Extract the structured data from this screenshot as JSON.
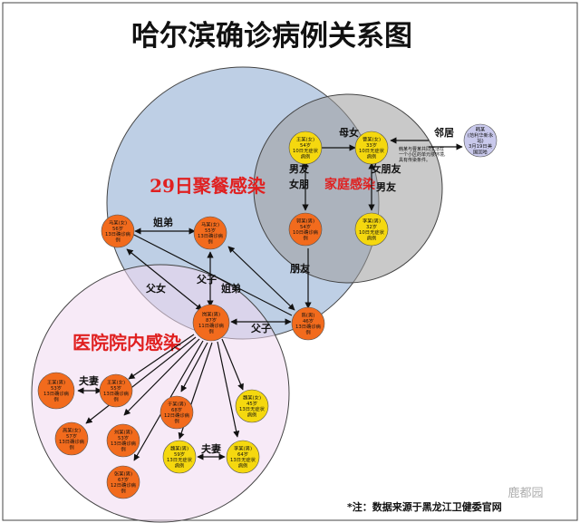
{
  "title": "哈尔滨确诊病例关系图",
  "footnote": "*注：数据来源于黑龙江卫健委官网",
  "watermark": "鹿都园",
  "regions": {
    "party": "29日聚餐感染",
    "family": "家庭感染",
    "hospital": "医院院内感染"
  },
  "colors": {
    "confirmed": "#f26b1d",
    "asymptomatic": "#f5d80f",
    "overseas": "#c9c9ec",
    "party_region": "#7d9fcc",
    "family_region": "#9d9d9d",
    "hospital_region": "#f0d8f0",
    "region_label": "#e02020"
  },
  "nodes": [
    {
      "id": "wang",
      "lines": [
        "王某(女)",
        "54岁",
        "10日无症状",
        "病例"
      ],
      "status": "asymptomatic"
    },
    {
      "id": "cao",
      "lines": [
        "曹某(女)",
        "33岁",
        "10日无症状",
        "病例"
      ],
      "status": "asymptomatic"
    },
    {
      "id": "han",
      "lines": [
        "韩某",
        "(范利华新永",
        "站)",
        "3月19日美",
        "国回哈"
      ],
      "status": "overseas"
    },
    {
      "id": "guo",
      "lines": [
        "郭某(男)",
        "54岁",
        "10日确诊病",
        "例"
      ],
      "status": "confirmed"
    },
    {
      "id": "li1",
      "lines": [
        "李某(男)",
        "32岁",
        "10日无症状",
        "病例"
      ],
      "status": "asymptomatic"
    },
    {
      "id": "ma",
      "lines": [
        "马某(女)",
        "56岁",
        "13日确诊病",
        "例"
      ],
      "status": "confirmed"
    },
    {
      "id": "ma2",
      "lines": [
        "马某(女)",
        "55岁",
        "13日确诊病",
        "例"
      ],
      "status": "confirmed"
    },
    {
      "id": "gang",
      "lines": [
        "岗某(男)",
        "87岁",
        "11日确诊病",
        "例"
      ],
      "status": "confirmed"
    },
    {
      "id": "chen",
      "lines": [
        "陈(男)",
        "46岁",
        "13日确诊病",
        "例"
      ],
      "status": "confirmed"
    },
    {
      "id": "wangm",
      "lines": [
        "王某(男)",
        "53岁",
        "13日确诊病",
        "例"
      ],
      "status": "confirmed"
    },
    {
      "id": "wangf",
      "lines": [
        "王某(女)",
        "55岁",
        "13日确诊病",
        "例"
      ],
      "status": "confirmed"
    },
    {
      "id": "yu",
      "lines": [
        "于某(男)",
        "68岁",
        "12日确诊病",
        "例"
      ],
      "status": "confirmed"
    },
    {
      "id": "wei",
      "lines": [
        "魏某(女)",
        "45岁",
        "13日无症状",
        "病例"
      ],
      "status": "asymptomatic"
    },
    {
      "id": "gao",
      "lines": [
        "高某(女)",
        "57岁",
        "13日确诊病",
        "例"
      ],
      "status": "confirmed"
    },
    {
      "id": "liu",
      "lines": [
        "刘某(男)",
        "53岁",
        "13日确诊病",
        "例"
      ],
      "status": "confirmed"
    },
    {
      "id": "wei2",
      "lines": [
        "魏某(男)",
        "59岁",
        "13日无症状",
        "病例"
      ],
      "status": "asymptomatic"
    },
    {
      "id": "li2",
      "lines": [
        "李某(男)",
        "64岁",
        "13日无症状",
        "病例"
      ],
      "status": "asymptomatic"
    },
    {
      "id": "zhang",
      "lines": [
        "张某(男)",
        "67岁",
        "12日确诊病",
        "例"
      ],
      "status": "confirmed"
    }
  ],
  "relations": [
    {
      "id": "mother-daughter",
      "text": "母女"
    },
    {
      "id": "neighbor",
      "text": "邻居"
    },
    {
      "id": "shared-note",
      "lines": [
        "韩某与曹某共同生活在",
        "一个小区的单元楼环境,",
        "具有传染条件。"
      ]
    },
    {
      "id": "bf-left",
      "text": "男友"
    },
    {
      "id": "bf-left2",
      "text": "女朋"
    },
    {
      "id": "bf-right",
      "text": "女朋友"
    },
    {
      "id": "bf-right2",
      "text": "男友"
    },
    {
      "id": "sister-brother-1",
      "text": "姐弟"
    },
    {
      "id": "sister-brother-2",
      "text": "姐弟"
    },
    {
      "id": "father-daughter",
      "text": "父女"
    },
    {
      "id": "father-son-1",
      "text": "父子"
    },
    {
      "id": "father-son-2",
      "text": "父子"
    },
    {
      "id": "friend",
      "text": "朋友"
    },
    {
      "id": "spouse-1",
      "text": "夫妻"
    },
    {
      "id": "spouse-2",
      "text": "夫妻"
    }
  ]
}
